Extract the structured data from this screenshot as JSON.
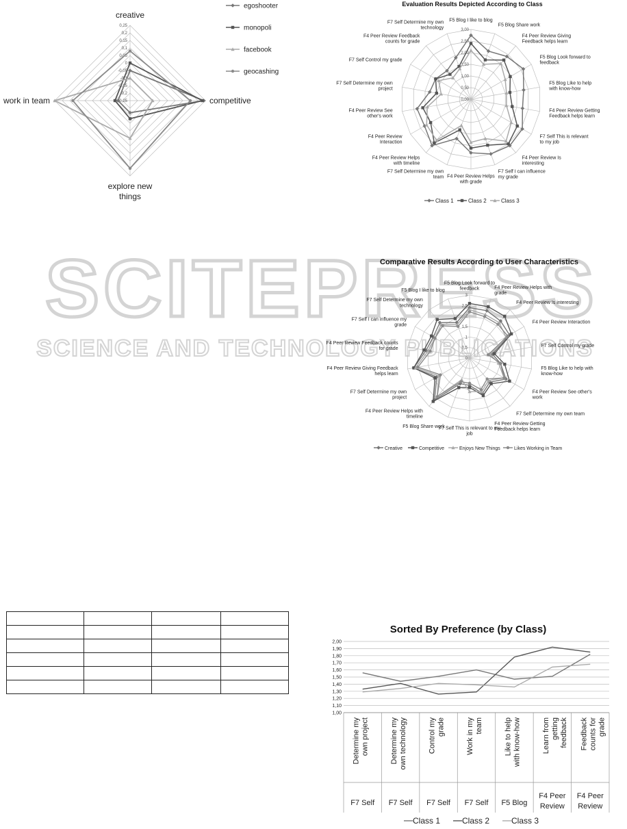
{
  "watermark": {
    "main": "SCITEPRESS",
    "sub": "SCIENCE AND TECHNOLOGY PUBLICATIONS"
  },
  "colors": {
    "s1": "#777777",
    "s2": "#555555",
    "s3": "#aaaaaa",
    "s4": "#8a8a8a",
    "grid": "#bdbdbd",
    "watermark": "#dcdcdc"
  },
  "chart_data": [
    {
      "type": "radar",
      "title": "",
      "axes": [
        "creative",
        "competitive",
        "explore new things",
        "work in team"
      ],
      "ticks": [
        "0,25",
        "0,2",
        "0,15",
        "0,1",
        "0,05",
        "0",
        "-0,05",
        "-0,1",
        "-0,15",
        "-0,2",
        "-0,25"
      ],
      "range": [
        -0.25,
        0.25
      ],
      "legend_position": "top-right",
      "series": [
        {
          "name": "egoshooter",
          "values": [
            -0.05,
            0.24,
            -0.17,
            -0.17
          ]
        },
        {
          "name": "monopoli",
          "values": [
            0.0,
            0.23,
            -0.13,
            -0.15
          ]
        },
        {
          "name": "facebook",
          "values": [
            -0.1,
            -0.1,
            0.0,
            0.25
          ]
        },
        {
          "name": "geocashing",
          "values": [
            0.08,
            0.15,
            0.2,
            0.13
          ]
        }
      ]
    },
    {
      "type": "radar",
      "title": "Evaluation Results Depicted According to Class",
      "axes": [
        "F5 Blog I like to blog",
        "F5 Blog Share work",
        "F4 Peer Review Giving Feedback helps learn",
        "F5 Blog Look forward to feedback",
        "F5 Blog Like to help with know-how",
        "F4 Peer Review Getting Feedback helps learn",
        "F7 Self This is relevant to my job",
        "F4 Peer Review Is interesting",
        "F7 Self I can influence my grade",
        "F4 Peer Review Helps with grade",
        "F7 Self Determine my own team",
        "F4 Peer Review Helps with timeline",
        "F4 Peer Review Interaction",
        "F4 Peer Review See other's work",
        "F7 Self Determine my own project",
        "F7 Self Control my grade",
        "F4 Peer Review Feedback counts for grade",
        "F7 Self Determine my own technology"
      ],
      "ticks": [
        "0,00",
        "0,50",
        "1,00",
        "1,50",
        "2,00",
        "2,50",
        "3,00"
      ],
      "range": [
        0,
        3
      ],
      "legend_position": "bottom",
      "series": [
        {
          "name": "Class 1",
          "values": [
            2.75,
            2.2,
            2.4,
            2.6,
            2.3,
            2.25,
            2.55,
            2.6,
            2.5,
            2.3,
            1.8,
            2.6,
            2.3,
            2.35,
            1.8,
            1.75,
            1.6,
            1.9
          ]
        },
        {
          "name": "Class 2",
          "values": [
            2.4,
            1.8,
            2.2,
            1.95,
            1.7,
            1.8,
            2.3,
            2.5,
            2.1,
            2.1,
            1.4,
            2.45,
            2.0,
            2.1,
            1.5,
            1.75,
            1.4,
            1.5
          ]
        },
        {
          "name": "Class 3",
          "values": [
            2.1,
            1.6,
            2.0,
            1.7,
            1.55,
            1.55,
            2.0,
            2.35,
            1.8,
            1.85,
            1.2,
            2.3,
            2.2,
            1.9,
            1.3,
            1.6,
            1.2,
            1.4
          ]
        }
      ]
    },
    {
      "type": "radar",
      "title": "Comparative Results According to User Characteristics",
      "axes": [
        "F5 Blog Look forward to feedback",
        "F4 Peer Review Helps with grade",
        "F4 Peer Review Is interesting",
        "F4 Peer Review Interaction",
        "F7 Self Control my grade",
        "F5 Blog Like to help with know-how",
        "F4 Peer Review See other's work",
        "F7 Self Determine my own team",
        "F4 Peer Review Getting Feedback helps learn",
        "F7 Self This is relevant to my job",
        "F5 Blog Share work",
        "F4 Peer Review Helps with timeline",
        "F7 Self Determine my own project",
        "F4 Peer Review Giving Feedback helps learn",
        "F4 Peer Review Feedback counts for grade",
        "F7 Self I can influence my grade",
        "F7 Self Determine my own technology",
        "F5 Blog I like to blog"
      ],
      "ticks": [
        "0",
        "0,5",
        "1",
        "1,5",
        "2",
        "2,5",
        "3"
      ],
      "range": [
        0,
        3
      ],
      "legend_position": "bottom",
      "series": [
        {
          "name": "Creative",
          "values": [
            2.4,
            2.4,
            2.3,
            2.2,
            1.1,
            1.5,
            2.0,
            1.5,
            1.8,
            1.3,
            1.3,
            2.6,
            1.8,
            2.7,
            2.1,
            2.0,
            2.2,
            1.8
          ]
        },
        {
          "name": "Competitive",
          "values": [
            2.6,
            2.6,
            2.6,
            2.3,
            1.2,
            1.7,
            2.2,
            1.6,
            1.9,
            1.4,
            1.5,
            2.7,
            1.9,
            2.7,
            2.2,
            2.1,
            2.4,
            2.0
          ]
        },
        {
          "name": "Enjoys New Things",
          "values": [
            2.3,
            2.2,
            2.2,
            2.0,
            1.0,
            1.4,
            1.9,
            1.4,
            1.7,
            1.6,
            1.1,
            2.4,
            1.7,
            2.6,
            2.0,
            1.9,
            2.1,
            1.7
          ]
        },
        {
          "name": "Likes Working in Team",
          "values": [
            2.2,
            2.1,
            2.1,
            2.1,
            0.9,
            1.5,
            1.9,
            1.3,
            1.6,
            1.2,
            1.2,
            2.4,
            1.6,
            2.5,
            1.9,
            1.9,
            2.0,
            1.6
          ]
        }
      ]
    },
    {
      "type": "line",
      "title": "Sorted By Preference (by Class)",
      "ylim": [
        1.0,
        2.0
      ],
      "yticks": [
        "1,00",
        "1,10",
        "1,20",
        "1,30",
        "1,40",
        "1,50",
        "1,60",
        "1,70",
        "1,80",
        "1,90",
        "2,00"
      ],
      "categories": [
        {
          "label": "Determine my own project",
          "group": "F7 Self"
        },
        {
          "label": "Determine my own technology",
          "group": "F7 Self"
        },
        {
          "label": "Control my grade",
          "group": "F7 Self"
        },
        {
          "label": "Work in my team",
          "group": "F7 Self"
        },
        {
          "label": "Like to help with know-how",
          "group": "F5 Blog"
        },
        {
          "label": "Learn from getting feedback",
          "group": "F4 Peer Review"
        },
        {
          "label": "Feedback counts for grade",
          "group": "F4 Peer Review"
        }
      ],
      "legend_position": "bottom",
      "series": [
        {
          "name": "Class 1",
          "values": [
            1.56,
            1.44,
            1.51,
            1.6,
            1.47,
            1.51,
            1.82
          ]
        },
        {
          "name": "Class 2",
          "values": [
            1.33,
            1.41,
            1.26,
            1.29,
            1.78,
            1.92,
            1.85
          ]
        },
        {
          "name": "Class 3",
          "values": [
            1.29,
            1.34,
            1.41,
            1.39,
            1.36,
            1.64,
            1.68
          ]
        }
      ]
    }
  ],
  "table": {
    "rows": 6,
    "cols": 4
  }
}
